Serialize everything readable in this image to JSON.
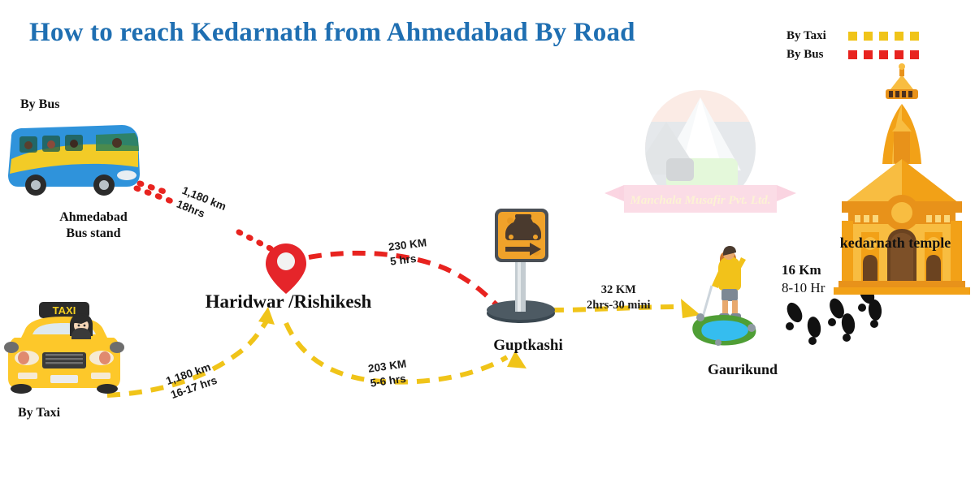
{
  "title": "How to reach Kedarnath from Ahmedabad By Road",
  "colors": {
    "title": "#1f6fb2",
    "taxi_route": "#f2c511",
    "bus_route": "#e8231f",
    "pin": "#e5252a",
    "temple": "#f2a117",
    "taxi_body": "#fdc82a",
    "bus_body": "#2a8fd6",
    "text": "#111111"
  },
  "legend": {
    "items": [
      {
        "label": "By Taxi",
        "color": "#f0c419",
        "style": "dashed"
      },
      {
        "label": "By Bus",
        "color": "#e8231f",
        "style": "dashed"
      }
    ]
  },
  "modes": {
    "bus_label": "By Bus",
    "taxi_label": "By Taxi"
  },
  "nodes": [
    {
      "id": "ahmedabad-bus-stand",
      "label_line1": "Ahmedabad",
      "label_line2": "Bus stand"
    },
    {
      "id": "haridwar-rishikesh",
      "label": "Haridwar  /Rishikesh"
    },
    {
      "id": "guptkashi",
      "label": "Guptkashi"
    },
    {
      "id": "gaurikund",
      "label": "Gaurikund"
    },
    {
      "id": "kedarnath-temple",
      "label": "kedarnath temple"
    }
  ],
  "segments": [
    {
      "id": "bus-ahmedabad-haridwar",
      "mode": "bus",
      "distance": "1,180 km",
      "duration": "18hrs"
    },
    {
      "id": "bus-haridwar-guptkashi",
      "mode": "bus",
      "distance": "230 KM",
      "duration": "5 hrs"
    },
    {
      "id": "taxi-ahmedabad-haridwar",
      "mode": "taxi",
      "distance": "1,180 km",
      "duration": "16-17 hrs"
    },
    {
      "id": "taxi-haridwar-guptkashi",
      "mode": "taxi",
      "distance": "203 KM",
      "duration": "5-6 hrs"
    },
    {
      "id": "taxi-guptkashi-gaurikund",
      "mode": "taxi",
      "distance": "32 KM",
      "duration": "2hrs-30 mini"
    },
    {
      "id": "trek-gaurikund-kedarnath",
      "mode": "trek",
      "distance": "16 Km",
      "duration": "8-10 Hr"
    }
  ],
  "watermark": {
    "text": "Manchala Musafir Pvt. Ltd."
  },
  "icons": {
    "bus": "bus-icon",
    "taxi": "taxi-icon",
    "pin": "map-pin-icon",
    "road_sign": "taxi-road-sign-icon",
    "hiker": "hiker-icon",
    "pond": "pond-icon",
    "temple": "temple-icon",
    "footprints": "footprints-icon"
  }
}
